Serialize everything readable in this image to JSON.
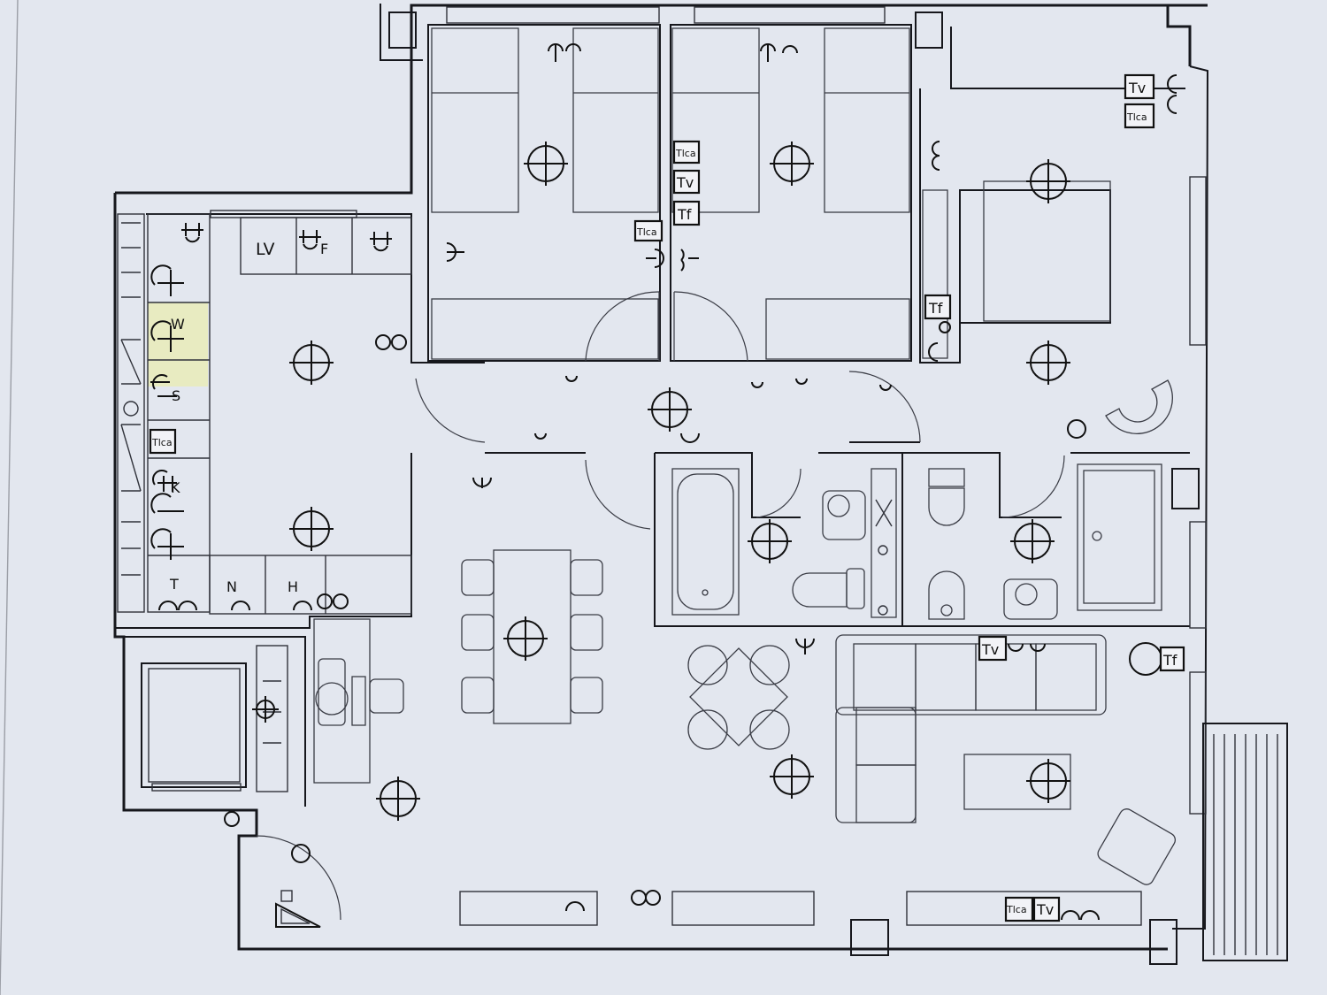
{
  "labels": {
    "lv": "LV",
    "f": "F",
    "w": "W",
    "s": "S",
    "k": "K",
    "t": "T",
    "n": "N",
    "h": "H",
    "tlca": "Tlca",
    "tv": "Tv",
    "tf": "Tf"
  },
  "colors": {
    "paper": "#e3e7ef",
    "line": "#16171c",
    "highlight": "#e9ecb5"
  }
}
